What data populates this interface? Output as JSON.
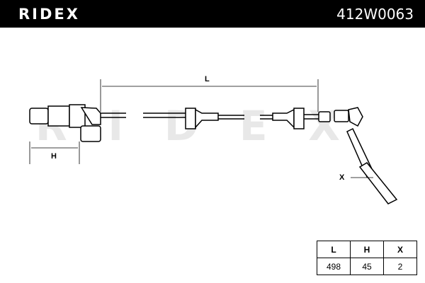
{
  "header": {
    "brand": "RIDEX",
    "part_number": "412W0063"
  },
  "drawing": {
    "dim_labels": {
      "L": "L",
      "H": "H",
      "X": "X"
    },
    "watermark": "RIDEX"
  },
  "table": {
    "headers": [
      "L",
      "H",
      "X"
    ],
    "values": [
      "498",
      "45",
      "2"
    ]
  }
}
